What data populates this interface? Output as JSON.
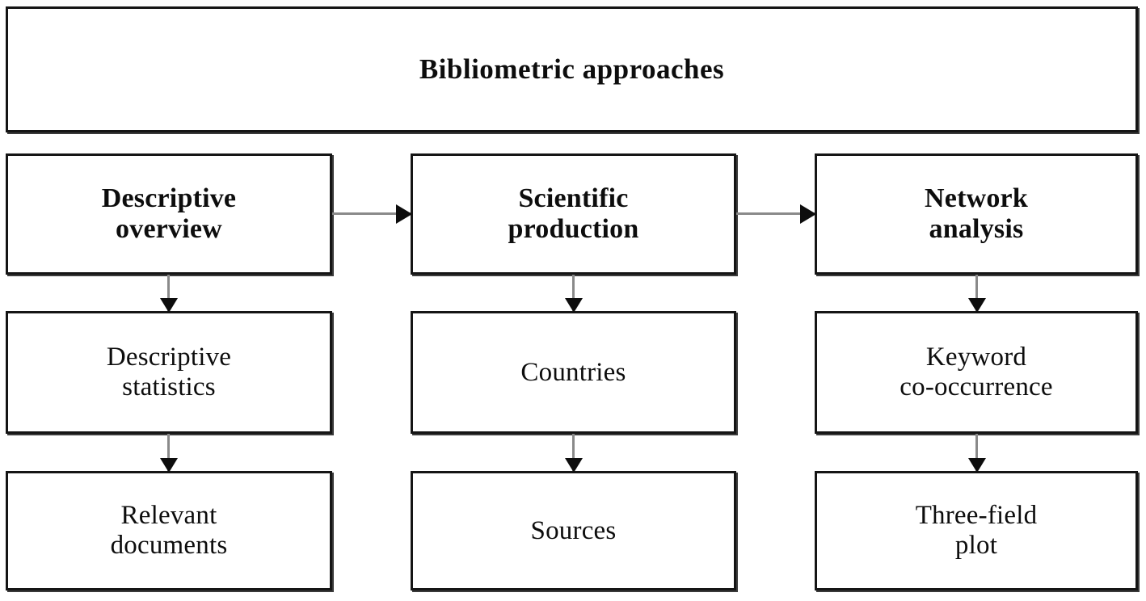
{
  "diagram": {
    "title": "Bibliometric approaches",
    "background_color": "#ffffff",
    "border_color": "#151515",
    "text_color": "#0d0d0d",
    "connector_line_color": "#8a8a8a",
    "connector_head_color": "#0d0d0d",
    "columns": [
      {
        "id": "descriptive-overview",
        "stage": "Descriptive\noverview",
        "steps": [
          "Descriptive\nstatistics",
          "Relevant\ndocuments"
        ]
      },
      {
        "id": "scientific-production",
        "stage": "Scientific\nproduction",
        "steps": [
          "Countries",
          "Sources"
        ]
      },
      {
        "id": "network-analysis",
        "stage": "Network\nanalysis",
        "steps": [
          "Keyword\nco-occurrence",
          "Three-field\nplot"
        ]
      }
    ],
    "connectors": {
      "horizontal": [
        {
          "from": "descriptive-overview",
          "to": "scientific-production"
        },
        {
          "from": "scientific-production",
          "to": "network-analysis"
        }
      ],
      "vertical_count_per_column": 2
    }
  }
}
